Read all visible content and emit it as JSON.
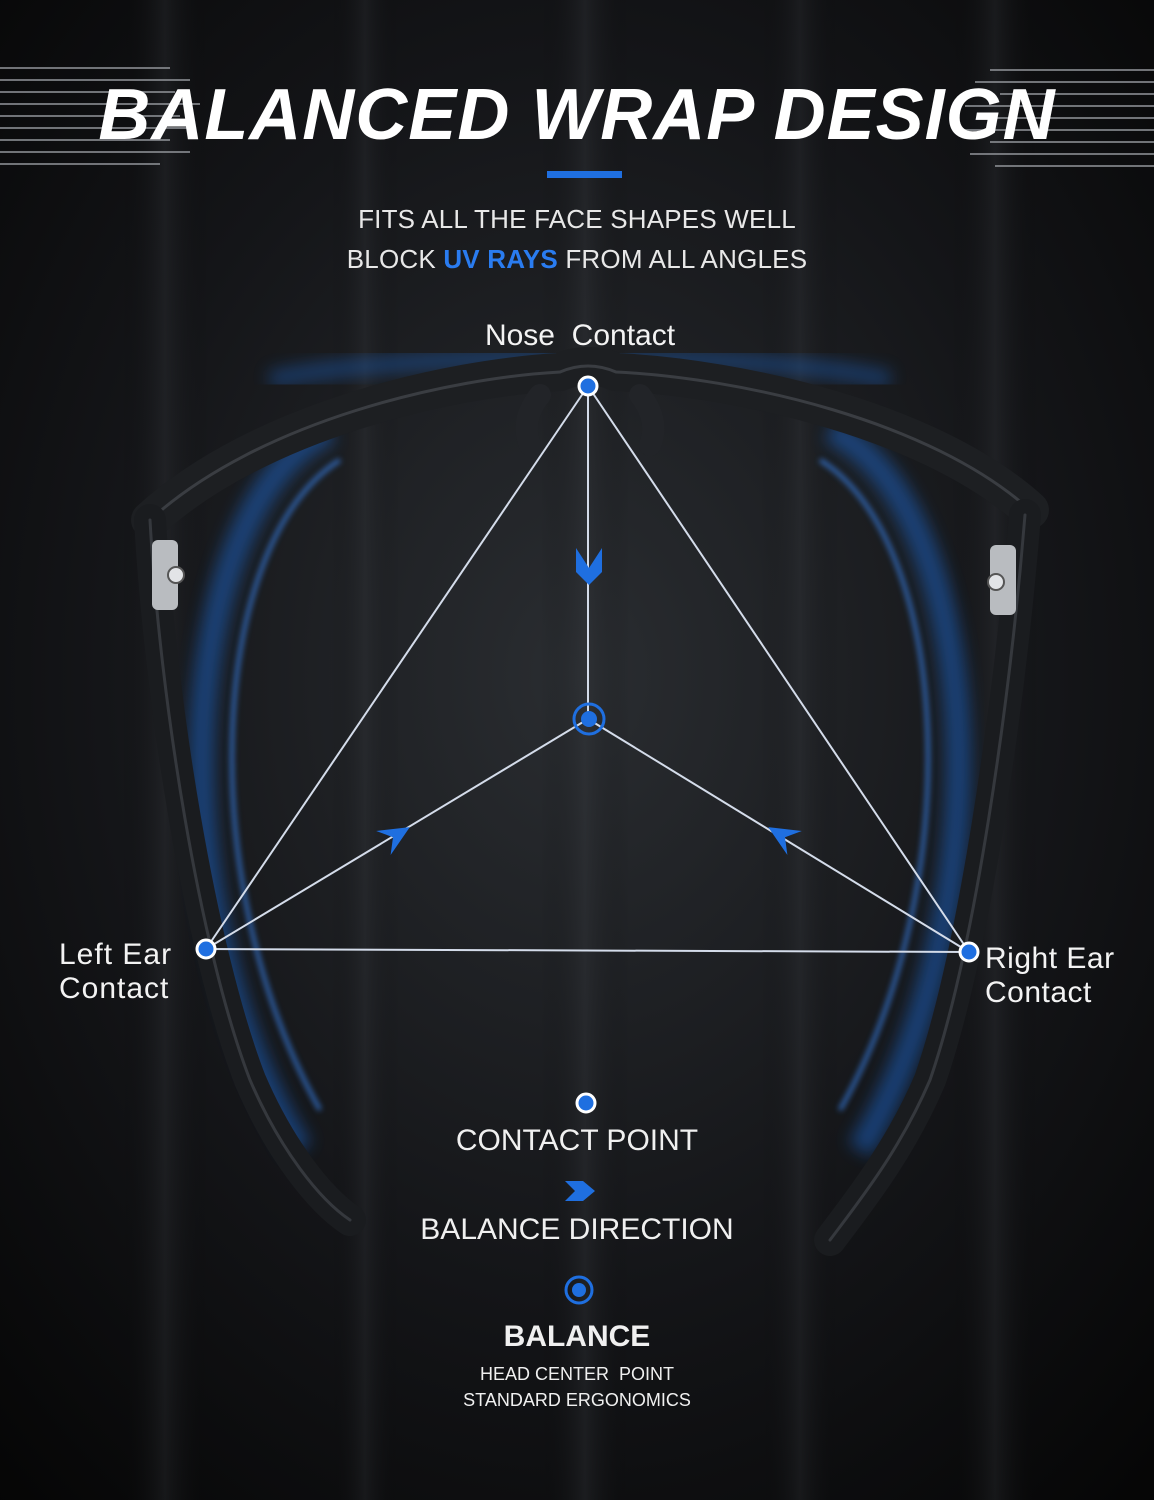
{
  "header": {
    "title": "BALANCED WRAP DESIGN",
    "subtitle_line1": "FITS ALL THE FACE SHAPES WELL",
    "subtitle_line2_pre": "BLOCK ",
    "subtitle_line2_highlight": "UV RAYS",
    "subtitle_line2_post": " FROM ALL ANGLES"
  },
  "diagram": {
    "nose_label": "Nose  Contact",
    "left_label_line1": "Left Ear",
    "left_label_line2": "Contact",
    "right_label_line1": "Right Ear",
    "right_label_line2": "Contact"
  },
  "legend": {
    "contact_point": "CONTACT POINT",
    "balance_direction": "BALANCE DIRECTION",
    "balance": "BALANCE",
    "balance_desc1": "HEAD CENTER  POINT",
    "balance_desc2": "STANDARD ERGONOMICS"
  },
  "colors": {
    "accent": "#1f6fe0",
    "background": "#0b0b0c",
    "line": "#cfd8e6"
  }
}
